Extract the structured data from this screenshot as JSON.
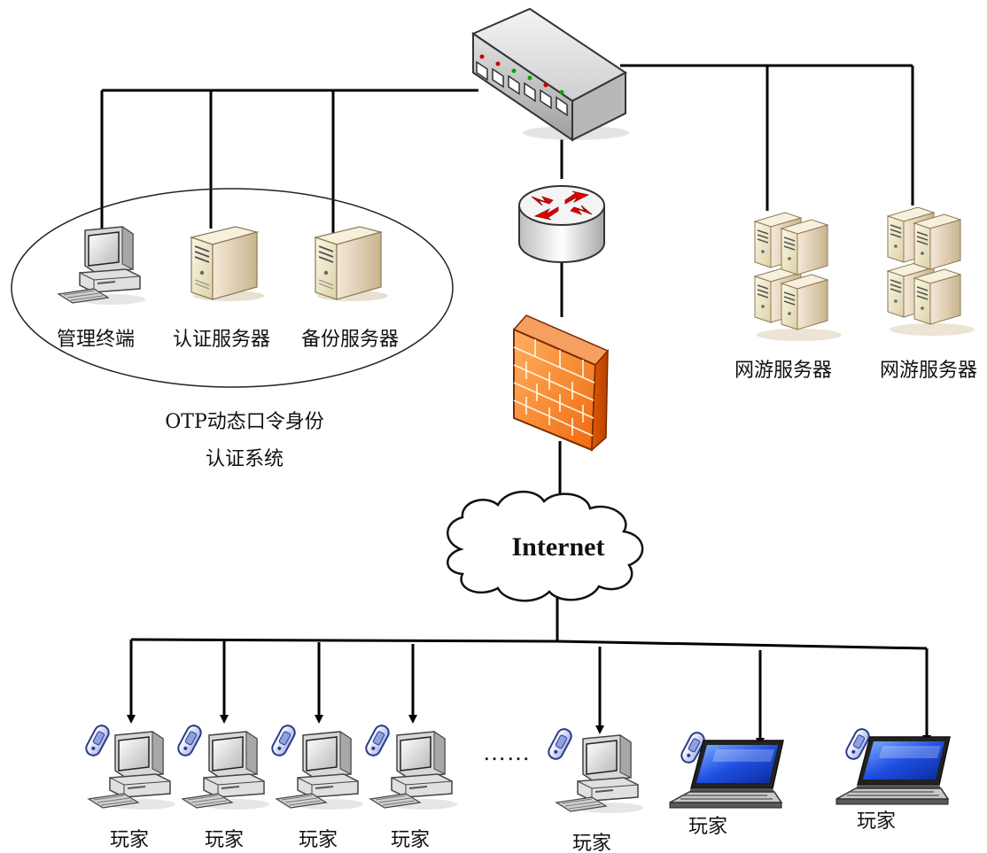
{
  "diagram": {
    "admin_nodes": [
      {
        "label": "管理终端",
        "icon": "desktop-terminal-icon"
      },
      {
        "label": "认证服务器",
        "icon": "server-tower-icon"
      },
      {
        "label": "备份服务器",
        "icon": "server-tower-icon"
      }
    ],
    "otp_system": {
      "line1": "OTP动态口令身份",
      "line2": "认证系统"
    },
    "game_servers": [
      {
        "label": "网游服务器",
        "icon": "server-cluster-icon"
      },
      {
        "label": "网游服务器",
        "icon": "server-cluster-icon"
      }
    ],
    "cloud_label": "Internet",
    "ellipsis": "……",
    "players": [
      {
        "label": "玩家",
        "device": "desktop"
      },
      {
        "label": "玩家",
        "device": "desktop"
      },
      {
        "label": "玩家",
        "device": "desktop"
      },
      {
        "label": "玩家",
        "device": "desktop"
      },
      {
        "label": "玩家",
        "device": "desktop"
      },
      {
        "label": "玩家",
        "device": "laptop"
      },
      {
        "label": "玩家",
        "device": "laptop"
      }
    ],
    "core_icons": [
      "network-switch-icon",
      "router-icon",
      "firewall-icon",
      "internet-cloud-icon"
    ]
  }
}
